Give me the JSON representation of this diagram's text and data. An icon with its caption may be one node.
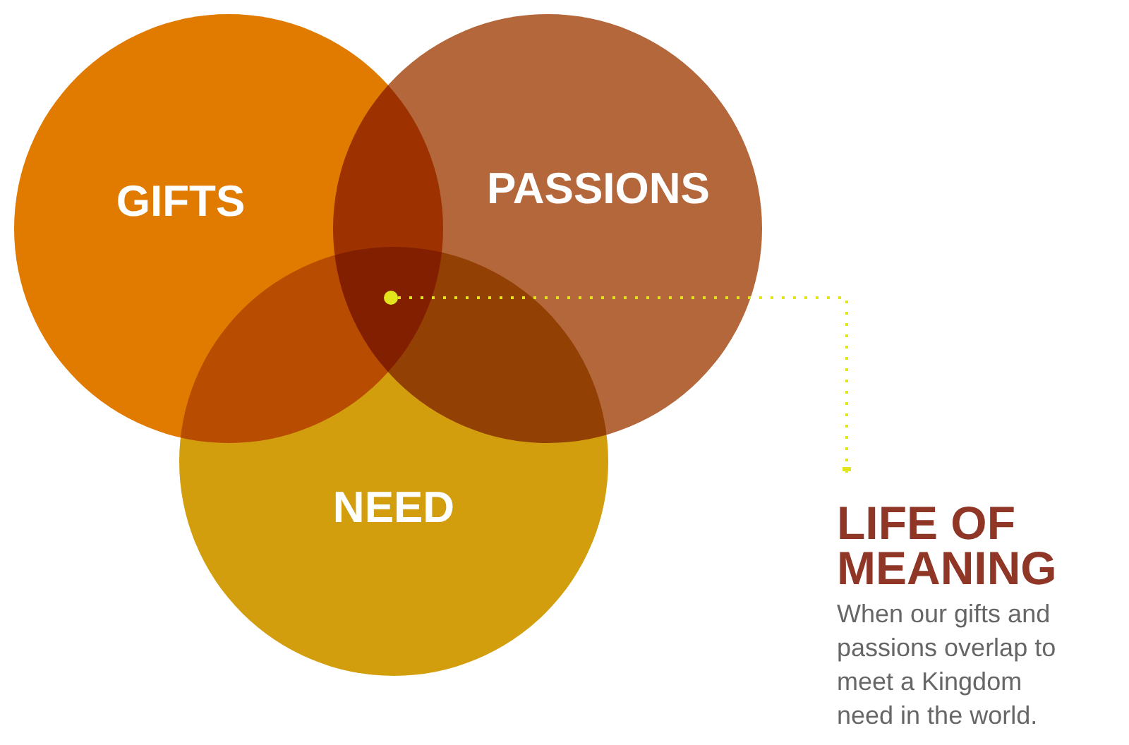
{
  "diagram": {
    "nodes": [
      {
        "text": [
          "GIFTS"
        ]
      },
      {
        "text": [
          "PASSIONS"
        ]
      },
      {
        "text": [
          "NEED"
        ]
      },
      {
        "text": [],
        "shape": "circle"
      },
      {
        "text": [
          "LIFE OF MEANING",
          "When our gifts and passions overlap to meet a Kingdom need in the world."
        ]
      }
    ],
    "edges": [
      {
        "from": 3,
        "to": 4,
        "arrow": "other",
        "style": "dashed",
        "color": "#e2e41c"
      }
    ]
  }
}
